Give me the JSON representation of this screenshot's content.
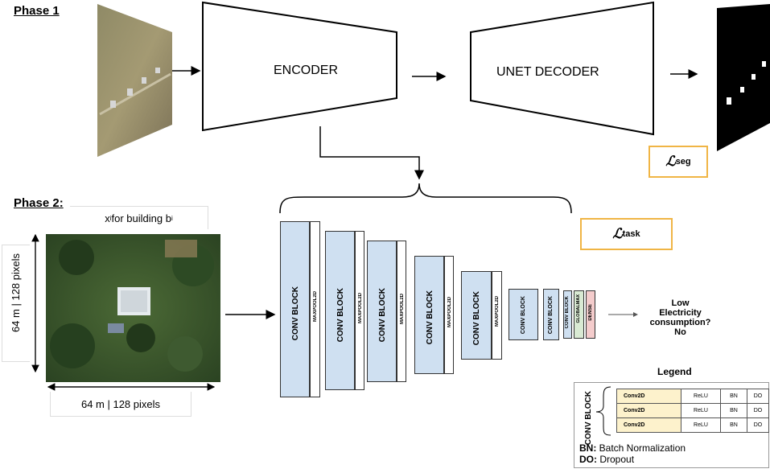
{
  "phase1": {
    "title": "Phase 1"
  },
  "phase2": {
    "title": "Phase 2:"
  },
  "encoder": {
    "label": "ENCODER"
  },
  "decoder": {
    "label": "UNET DECODER"
  },
  "loss_seg": {
    "symbol": "ℒ",
    "sub": "seg"
  },
  "loss_task": {
    "symbol": "ℒ",
    "sub": "task"
  },
  "input_caption": {
    "main": "x",
    "sub1": "i",
    "mid": " for building b",
    "sub2": "i"
  },
  "dimensions": {
    "vertical": "64 m | 128 pixels",
    "horizontal": "64 m | 128 pixels"
  },
  "blocks": {
    "conv1": "CONV BLOCK",
    "pool1": "MAXPOOL2D",
    "conv2": "CONV BLOCK",
    "pool2": "MAXPOOL2D",
    "conv3": "CONV BLOCK",
    "pool3": "MAXPOOL2D",
    "conv4": "CONV BLOCK",
    "pool4": "MAXPOOL2D",
    "conv5": "CONV BLOCK",
    "pool5": "MAXPOOL2D",
    "conv6": "CONV BLOCK",
    "conv7": "CONV BLOCK",
    "conv8": "CONV BLOCK",
    "globalmax": "GLOBALMAX",
    "dense": "DENSE"
  },
  "output": {
    "line1": "Low",
    "line2": "Electricity",
    "line3": "consumption?",
    "line4": "No"
  },
  "legend": {
    "title": "Legend",
    "side_label": "CONV BLOCK",
    "rows": [
      {
        "c1": "Conv2D",
        "c2": "ReLU",
        "c3": "BN",
        "c4": "DO"
      },
      {
        "c1": "Conv2D",
        "c2": "ReLU",
        "c3": "BN",
        "c4": "DO"
      },
      {
        "c1": "Conv2D",
        "c2": "ReLU",
        "c3": "BN",
        "c4": "DO"
      }
    ],
    "bn_key": "BN:",
    "bn_text": " Batch Normalization",
    "do_key": "DO:",
    "do_text": " Dropout"
  },
  "colors": {
    "conv_fill": "#cfe0f1",
    "legend_conv": "#fdf2cc",
    "globalmax": "#d9ead3",
    "dense": "#f4cccc",
    "loss_border": "#f0b545"
  }
}
